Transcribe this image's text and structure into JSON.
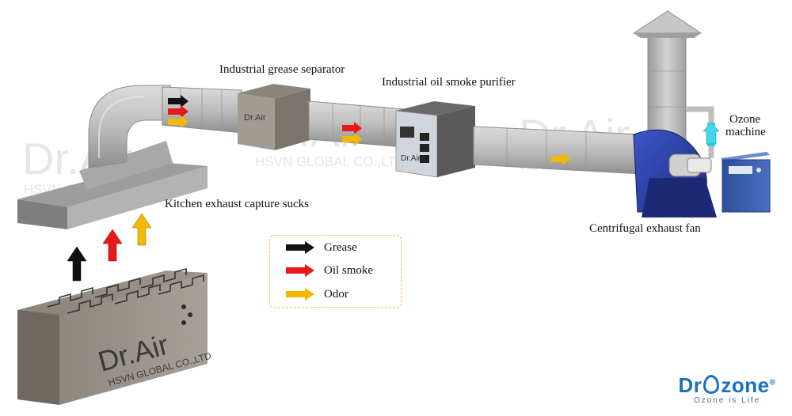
{
  "labels": {
    "grease_separator": "Industrial grease separator",
    "oil_smoke_purifier": "Industrial oil smoke purifier",
    "ozone_machine_line1": "Ozone",
    "ozone_machine_line2": "machine",
    "kitchen_exhaust": "Kitchen exhaust capture sucks",
    "centrifugal_fan": "Centrifugal exhaust fan"
  },
  "legend": {
    "items": [
      {
        "label": "Grease",
        "color": "#111111"
      },
      {
        "label": "Oil smoke",
        "color": "#e8191a"
      },
      {
        "label": "Odor",
        "color": "#f5b800"
      }
    ]
  },
  "brand": {
    "name_prefix": "Dr",
    "name_suffix": "zone",
    "registered": "®",
    "tagline": "Ozone is Life"
  },
  "watermarks": {
    "company": "Dr.Air",
    "subtitle": "HSVN GLOBAL CO.,LTD"
  },
  "colors": {
    "grease": "#111111",
    "oil_smoke": "#e8191a",
    "odor": "#f5b800",
    "ozone": "#40d8e8",
    "duct": "#c2c2c2",
    "fan": "#2a3fa8",
    "brand": "#1a6fc0"
  }
}
